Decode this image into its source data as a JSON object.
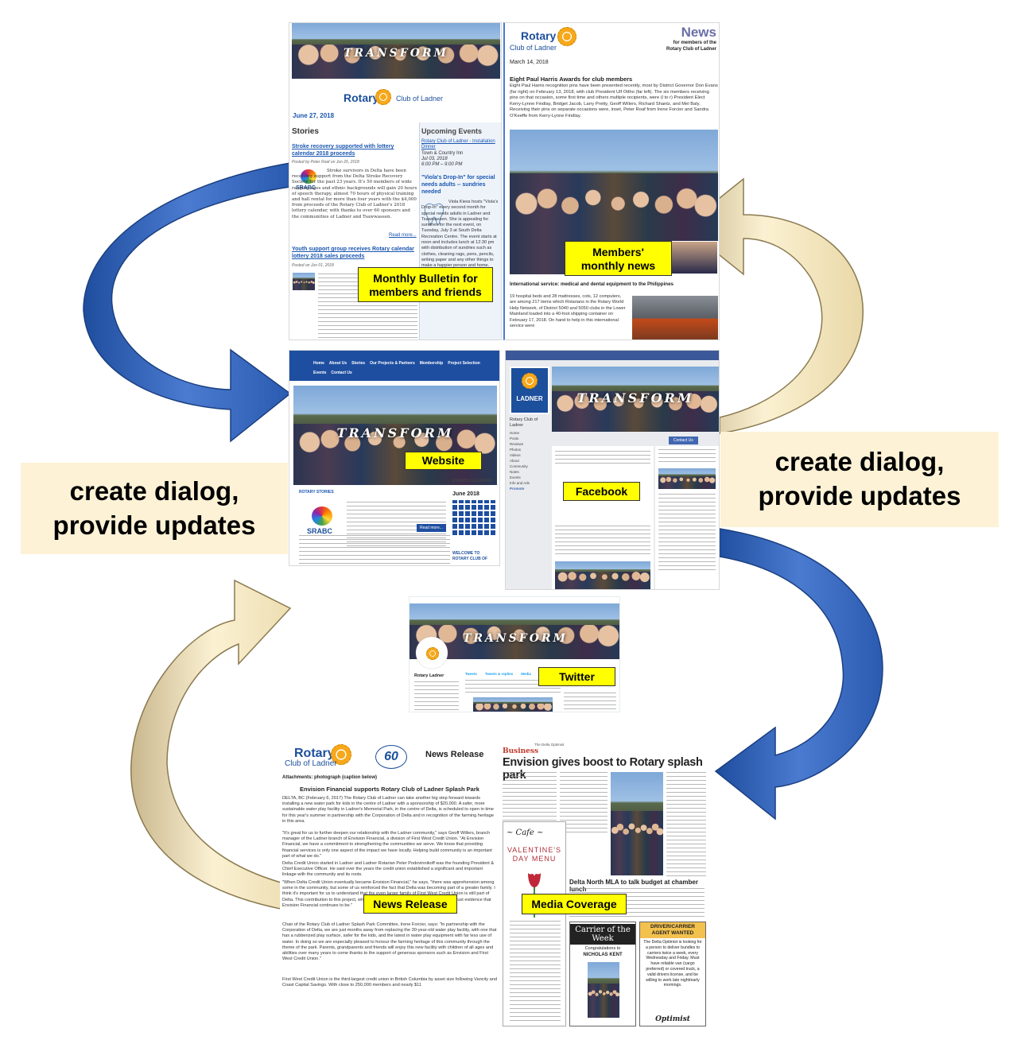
{
  "labels": {
    "bulletin": "Monthly Bulletin for members and friends",
    "members_news": "Members' monthly news",
    "website": "Website",
    "facebook": "Facebook",
    "twitter": "Twitter",
    "news_release": "News Release",
    "media_coverage": "Media Coverage",
    "left_box": "create dialog, provide updates",
    "right_box": "create dialog, provide updates"
  },
  "bulletin": {
    "banner": "TRANSFORM",
    "club_name": "Club of Ladner",
    "rotary": "Rotary",
    "date": "June 27, 2018",
    "stories_heading": "Stories",
    "story1_title": "Stroke recovery supported with lottery calendar 2018 proceeds",
    "story1_meta": "Posted by Peter Roaf on Jun 26, 2018",
    "story1_text": "Stroke survivors in Delta have been receiving support from the Delta Stroke Recovery Society for the past 23 years. It's 50 members of wide ranging ages and ethnic backgrounds will gain 20 hours of speech therapy, almost 70 hours of physical training and hall rental for more than four years with the $4,000 from proceeds of the Rotary Club of Ladner's 2018 lottery calendar, with thanks to over 60 sponsors and the communities of Ladner and Tsawwassen.",
    "srabc": "SRABC",
    "read_more": "Read more...",
    "story2_title": "Youth support group receives Rotary calendar lottery 2018 sales proceeds",
    "story2_meta": "Posted on Jun 01, 2018",
    "events_heading": "Upcoming Events",
    "event1": "Rotary Club of Ladner - Installation Dinner",
    "event1_place": "Town & Country Inn",
    "event1_date": "Jul 03, 2018",
    "event1_time": "6:00 PM – 9:00 PM",
    "event2_title": "\"Viola's Drop-In\" for special needs adults -- sundries needed",
    "event2_text": "Viola Kiess hosts \"Viola's Drop-In\" every second month for special needs adults in Ladner and Tsawwassen. She is appealing for sundries for the next event, on Tuesday, July 3 at South Delta Recreation Centre. The event starts at noon and includes lunch at 12:30 pm with distribution of sundries such as clothes, cleaning rags, pens, pencils, writing paper and any other things to make a happier person and home."
  },
  "news": {
    "rotary": "Rotary",
    "club": "Club of Ladner",
    "title": "News",
    "subtitle1": "for members of the",
    "subtitle2": "Rotary Club of Ladner",
    "date": "March 14, 2018",
    "headline": "Eight Paul Harris Awards for club members",
    "body": "Eight Paul Harris recognition pins have been presented recently, most by District Governor Don Evans (far right) on February 13, 2018, with club President Ulf Ottho (far left). The six members receiving pins on that occasion, some first time and others multiple recipients, were (l to r) President Elect Kerry-Lynne Findlay, Bridget Jacob, Larry Pretty, Geoff Willers, Richard Shantz, and Mel Baly. Receiving their pins on separate occasions were, inset, Peter Roaf from Irene Forcier and Sandra O'Keeffe from Kerry-Lynne Findlay.",
    "headline2": "International service: medical and dental equipment to the Philippines",
    "body2": "19 hospital beds and 28 mattresses, cots, 12 computers, are among 217 items which Rotarians in the Rotary World Help Network, of District 5040 and 5050 clubs in the Lower Mainland loaded into a 40-foot shipping container on February 17, 2018. On hand to help in this international service were"
  },
  "website": {
    "nav": [
      "Home",
      "About Us",
      "Stories",
      "Our Projects & Partners",
      "Membership",
      "Project Selection",
      "Events",
      "Contact Us"
    ],
    "banner": "TRANSFORM",
    "stories_label": "ROTARY STORIES",
    "events_label": "EVENTS CALENDAR",
    "month": "June 2018",
    "welcome": "WELCOME TO ROTARY CLUB OF",
    "srabc": "SRABC",
    "read_more": "Read more..."
  },
  "facebook": {
    "page_name": "Rotary Club of Ladner",
    "ladner": "LADNER",
    "banner": "TRANSFORM",
    "menu": [
      "Home",
      "Posts",
      "Reviews",
      "Photos",
      "Videos",
      "About",
      "Community",
      "Notes",
      "Events",
      "Info and Ads"
    ],
    "promote": "Promote",
    "contact_us": "Contact Us"
  },
  "twitter": {
    "banner": "TRANSFORM",
    "name": "Rotary Ladner",
    "tabs": [
      "Tweets",
      "Tweets & replies",
      "Media"
    ]
  },
  "release": {
    "rotary": "Rotary",
    "club": "Club of Ladner",
    "anniv": "60",
    "heading": "News Release",
    "attachments": "Attachments: photograph (caption below)",
    "title": "Envision Financial supports Rotary Club of Ladner Splash Park",
    "p1": "DELTA, BC (February 6, 2017) The Rotary Club of Ladner can take another big step forward towards installing a new water park for kids in the centre of Ladner with a sponsorship of $20,000. A safer, more sustainable water play facility in Ladner's Memorial Park, in the centre of Delta, is scheduled to open in time for this year's summer in partnership with the Corporation of Delta and in recognition of the farming heritage in this area.",
    "p2": "\"It's great for us to further deepen our relationship with the Ladner community,\" says Geoff Willers, branch manager of the Ladner branch of Envision Financial, a division of First West Credit Union. \"At Envision Financial, we have a commitment to strengthening the communities we serve. We know that providing financial services is only one aspect of the impact we have locally. Helping build community is an important part of what we do.\"",
    "p3": "Delta Credit Union started in Ladner and Ladner Rotarian Peter Podovinnikoff was the founding President & Chief Executive Officer. He said over the years the credit union established a significant and important linkage with the community and its roots.",
    "p4": "\"When Delta Credit Union eventually became Envision Financial,\" he says, \"there was apprehension among some in the community, but some of us reinforced the fact that Delta was becoming part of a greater family. I think it's important for us to understand that the even larger family of First West Credit Union is still part of Delta. This contribution to this project, which is an important project for the community is just evidence that Envision Financial continues to be.\"",
    "p5": "Chair of the Rotary Club of Ladner Splash Park Committee, Irene Forcier, says: \"In partnership with the Corporation of Delta, we are just months away from replacing the 30-year-old water play facility, with one that has a rubberized play surface, safer for the kids, and the latest in water play equipment with far less use of water. In doing so we are especially pleased to honour the farming heritage of this community through the theme of the park. Parents, grandparents and friends will enjoy this new facility with children of all ages and abilities over many years to come thanks to the support of generous sponsors such as Envision and First West Credit Union.\"",
    "p6": "First West Credit Union is the third-largest credit union in British Columbia by asset size following Vancity and Coast Capital Savings. With close to 250,000 members and nearly $11"
  },
  "media": {
    "paper": "The Delta Optimist",
    "section": "Business",
    "headline": "Envision gives boost to Rotary splash park",
    "ad_title": "VALENTINE'S DAY MENU",
    "headline2": "Delta North MLA to talk budget at chamber lunch",
    "carrier": "Carrier of the Week",
    "congrats": "Congratulations to",
    "carrier_name": "NICHOLAS KENT",
    "driver_title": "DRIVER/CARRIER AGENT WANTED",
    "driver_text": "The Delta Optimist is looking for a person to deliver bundles to carriers twice a week, every Wednesday and Friday. Must have reliable van (cargo preferred) or covered truck, a valid drivers license, and be willing to work late night/early mornings.",
    "optimist": "Optimist"
  },
  "colors": {
    "arrow_blue": "#2f5fb3",
    "arrow_cream": "#f3e6bf",
    "label_yellow": "#ffff00",
    "box_cream": "#fdf2d6"
  }
}
